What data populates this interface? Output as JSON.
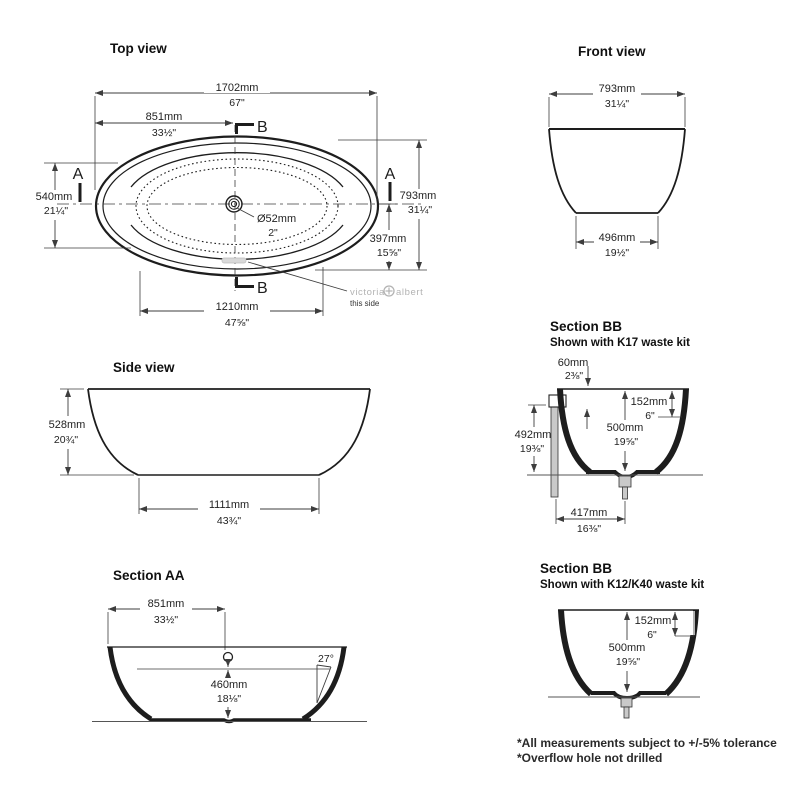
{
  "top_view": {
    "title": "Top view",
    "overall_mm": "1702mm",
    "overall_in": "67\"",
    "half_mm": "851mm",
    "half_in": "33½\"",
    "left_mm": "540mm",
    "left_in": "21¼\"",
    "width_mm": "793mm",
    "width_in": "31¼\"",
    "offset_mm": "397mm",
    "offset_in": "15⅝\"",
    "inner_mm": "1210mm",
    "inner_in": "47⅝\"",
    "drain_mm": "Ø52mm",
    "drain_in": "2\"",
    "marker_a": "A",
    "marker_b": "B",
    "logo_left": "victoria",
    "logo_right": "albert",
    "logo_note": "this side"
  },
  "front_view": {
    "title": "Front view",
    "width_mm": "793mm",
    "width_in": "31¼\"",
    "base_mm": "496mm",
    "base_in": "19½\""
  },
  "side_view": {
    "title": "Side view",
    "height_mm": "528mm",
    "height_in": "20¾\"",
    "base_mm": "1111mm",
    "base_in": "43¾\""
  },
  "section_bb_k17": {
    "title": "Section BB",
    "subtitle": "Shown with K17 waste kit",
    "rim_mm": "60mm",
    "rim_in": "2⅜\"",
    "depth_top_mm": "152mm",
    "depth_top_in": "6\"",
    "depth_mm": "500mm",
    "depth_in": "19⅝\"",
    "pipe_mm": "492mm",
    "pipe_in": "19⅜\"",
    "waste_mm": "417mm",
    "waste_in": "16⅜\""
  },
  "section_aa": {
    "title": "Section AA",
    "half_mm": "851mm",
    "half_in": "33½\"",
    "water_mm": "460mm",
    "water_in": "18⅛\"",
    "angle": "27°"
  },
  "section_bb_k12": {
    "title": "Section BB",
    "subtitle": "Shown with K12/K40 waste kit",
    "depth_top_mm": "152mm",
    "depth_top_in": "6\"",
    "depth_mm": "500mm",
    "depth_in": "19⅝\""
  },
  "notes": {
    "tolerance": "*All measurements subject to +/-5% tolerance",
    "overflow": "*Overflow hole not drilled"
  }
}
